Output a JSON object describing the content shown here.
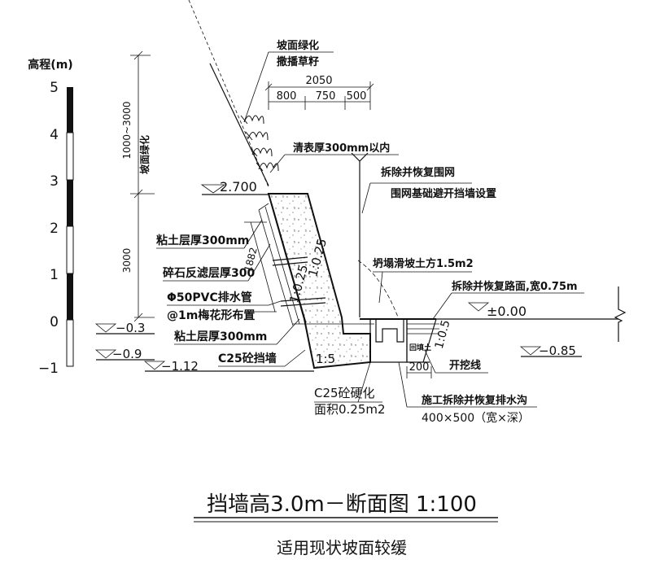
{
  "scale_bar": {
    "title": "高程(m)",
    "ticks": [
      "5",
      "4",
      "3",
      "2",
      "1",
      "0",
      "−1"
    ]
  },
  "labels": {
    "slope_green": "坡面绿化",
    "sow_grass": "撒播草籽",
    "dim_2050": "2050",
    "dim_800": "800",
    "dim_750": "750",
    "dim_500": "500",
    "dim_1000_3000": "1000~3000",
    "slope_green_vertical": "坡面绿化",
    "clear_surface": "清表厚300mm以内",
    "remove_fence": "拆除并恢复围网",
    "fence_foundation": "围网基础避开挡墙设置",
    "elev_2700": "2.700",
    "clay_300_top": "粘土层厚300mm",
    "dim_3000": "3000",
    "dim_1882": "1882",
    "gravel_filter": "碎石反滤层厚300",
    "pvc_pipe": "Φ50PVC排水管",
    "plum_layout": "@1m梅花形布置",
    "clay_300_bottom": "粘土层厚300mm",
    "c25_wall": "C25砼挡墙",
    "slope_1_025_a": "1:0.25",
    "slope_1_025_b": "1:0.25",
    "slope_1_5": "1:5",
    "collapse_earth": "坍塌滑坡土方1.5m2",
    "remove_road": "拆除并恢复路面,宽0.75m",
    "elev_pm0": "±0.00",
    "slope_1_05": "1:0.5",
    "backfill": "回填土",
    "dim_200": "200",
    "excavation_line": "开挖线",
    "elev_m03": "−0.3",
    "elev_m09": "−0.9",
    "elev_m112": "−1.12",
    "elev_m085": "−0.85",
    "c25_harden": "C25砼硬化",
    "area_025": "面积0.25m2",
    "drain_ditch": "施工拆除并恢复排水沟",
    "ditch_size": "400×500（宽×深）"
  },
  "footer": {
    "title": "挡墙高3.0m－断面图  1:100",
    "subtitle": "适用现状坡面较缓"
  }
}
